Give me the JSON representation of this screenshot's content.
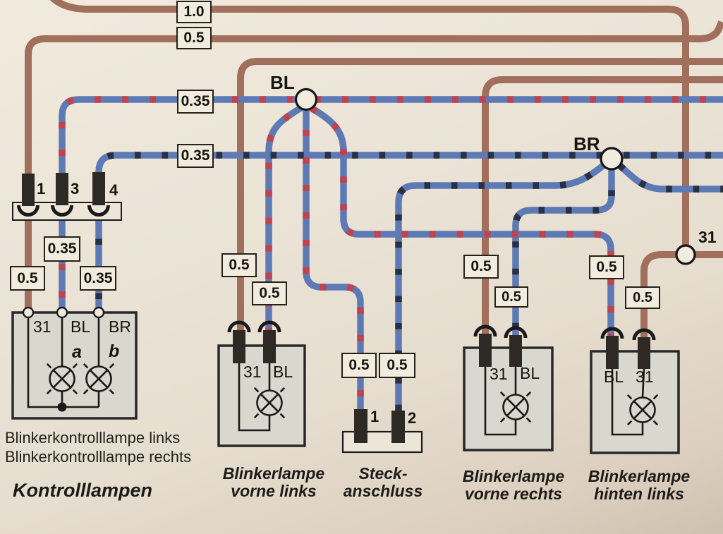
{
  "junction_labels": {
    "bl": "BL",
    "br": "BR",
    "ground": "31"
  },
  "gauge_labels": [
    {
      "text": "1.0"
    },
    {
      "text": "0.5"
    },
    {
      "text": "0.35"
    },
    {
      "text": "0.35"
    },
    {
      "text": "0.35"
    },
    {
      "text": "0.5"
    },
    {
      "text": "0.35"
    },
    {
      "text": "0.5"
    },
    {
      "text": "0.5"
    },
    {
      "text": "0.5"
    },
    {
      "text": "0.5"
    },
    {
      "text": "0.5"
    },
    {
      "text": "0.5"
    },
    {
      "text": "0.5"
    },
    {
      "text": "0.5"
    }
  ],
  "kontrolllampen": {
    "pin_labels": [
      {
        "text": "1"
      },
      {
        "text": "3"
      },
      {
        "text": "4"
      }
    ],
    "terminal_labels": [
      {
        "text": "31"
      },
      {
        "text": "BL"
      },
      {
        "text": "BR"
      }
    ],
    "lamp_labels": [
      {
        "text": "a"
      },
      {
        "text": "b"
      }
    ],
    "notes": [
      {
        "text": "Blinkerkontrolllampe links"
      },
      {
        "text": "Blinkerkontrolllampe rechts"
      }
    ],
    "caption": "Kontrolllampen"
  },
  "vorne_links": {
    "terminal_labels": [
      {
        "text": "31"
      },
      {
        "text": "BL"
      }
    ],
    "caption_line1": "Blinkerlampe",
    "caption_line2": "vorne links"
  },
  "steckanschluss": {
    "pin_labels": [
      {
        "text": "1"
      },
      {
        "text": "2"
      }
    ],
    "caption_line1": "Steck-",
    "caption_line2": "anschluss"
  },
  "vorne_rechts": {
    "terminal_labels": [
      {
        "text": "31"
      },
      {
        "text": "BL"
      }
    ],
    "caption_line1": "Blinkerlampe",
    "caption_line2": "vorne rechts"
  },
  "hinten_links": {
    "terminal_labels": [
      {
        "text": "BL"
      },
      {
        "text": "31"
      }
    ],
    "caption_line1": "Blinkerlampe",
    "caption_line2": "hinten links"
  },
  "colors": {
    "background": "#e9e2d5",
    "wire_brown": "#a1705d",
    "wire_blue": "#5d7ab5",
    "dash_red": "#c04350",
    "dash_black": "#2a3044",
    "component_fill": "#d9d8ce",
    "line_black": "#1a1a1a"
  }
}
